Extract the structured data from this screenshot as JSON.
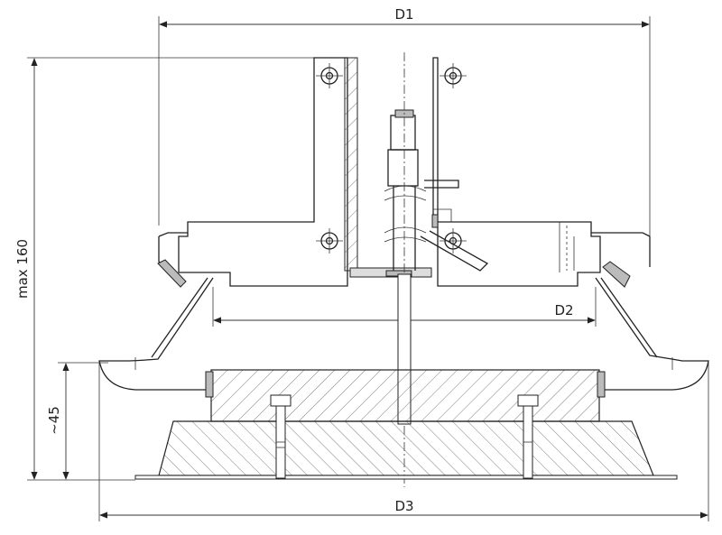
{
  "labels": {
    "d1": "D1",
    "d2": "D2",
    "d3": "D3",
    "height_total": "max 160",
    "height_bottom": "~45"
  }
}
